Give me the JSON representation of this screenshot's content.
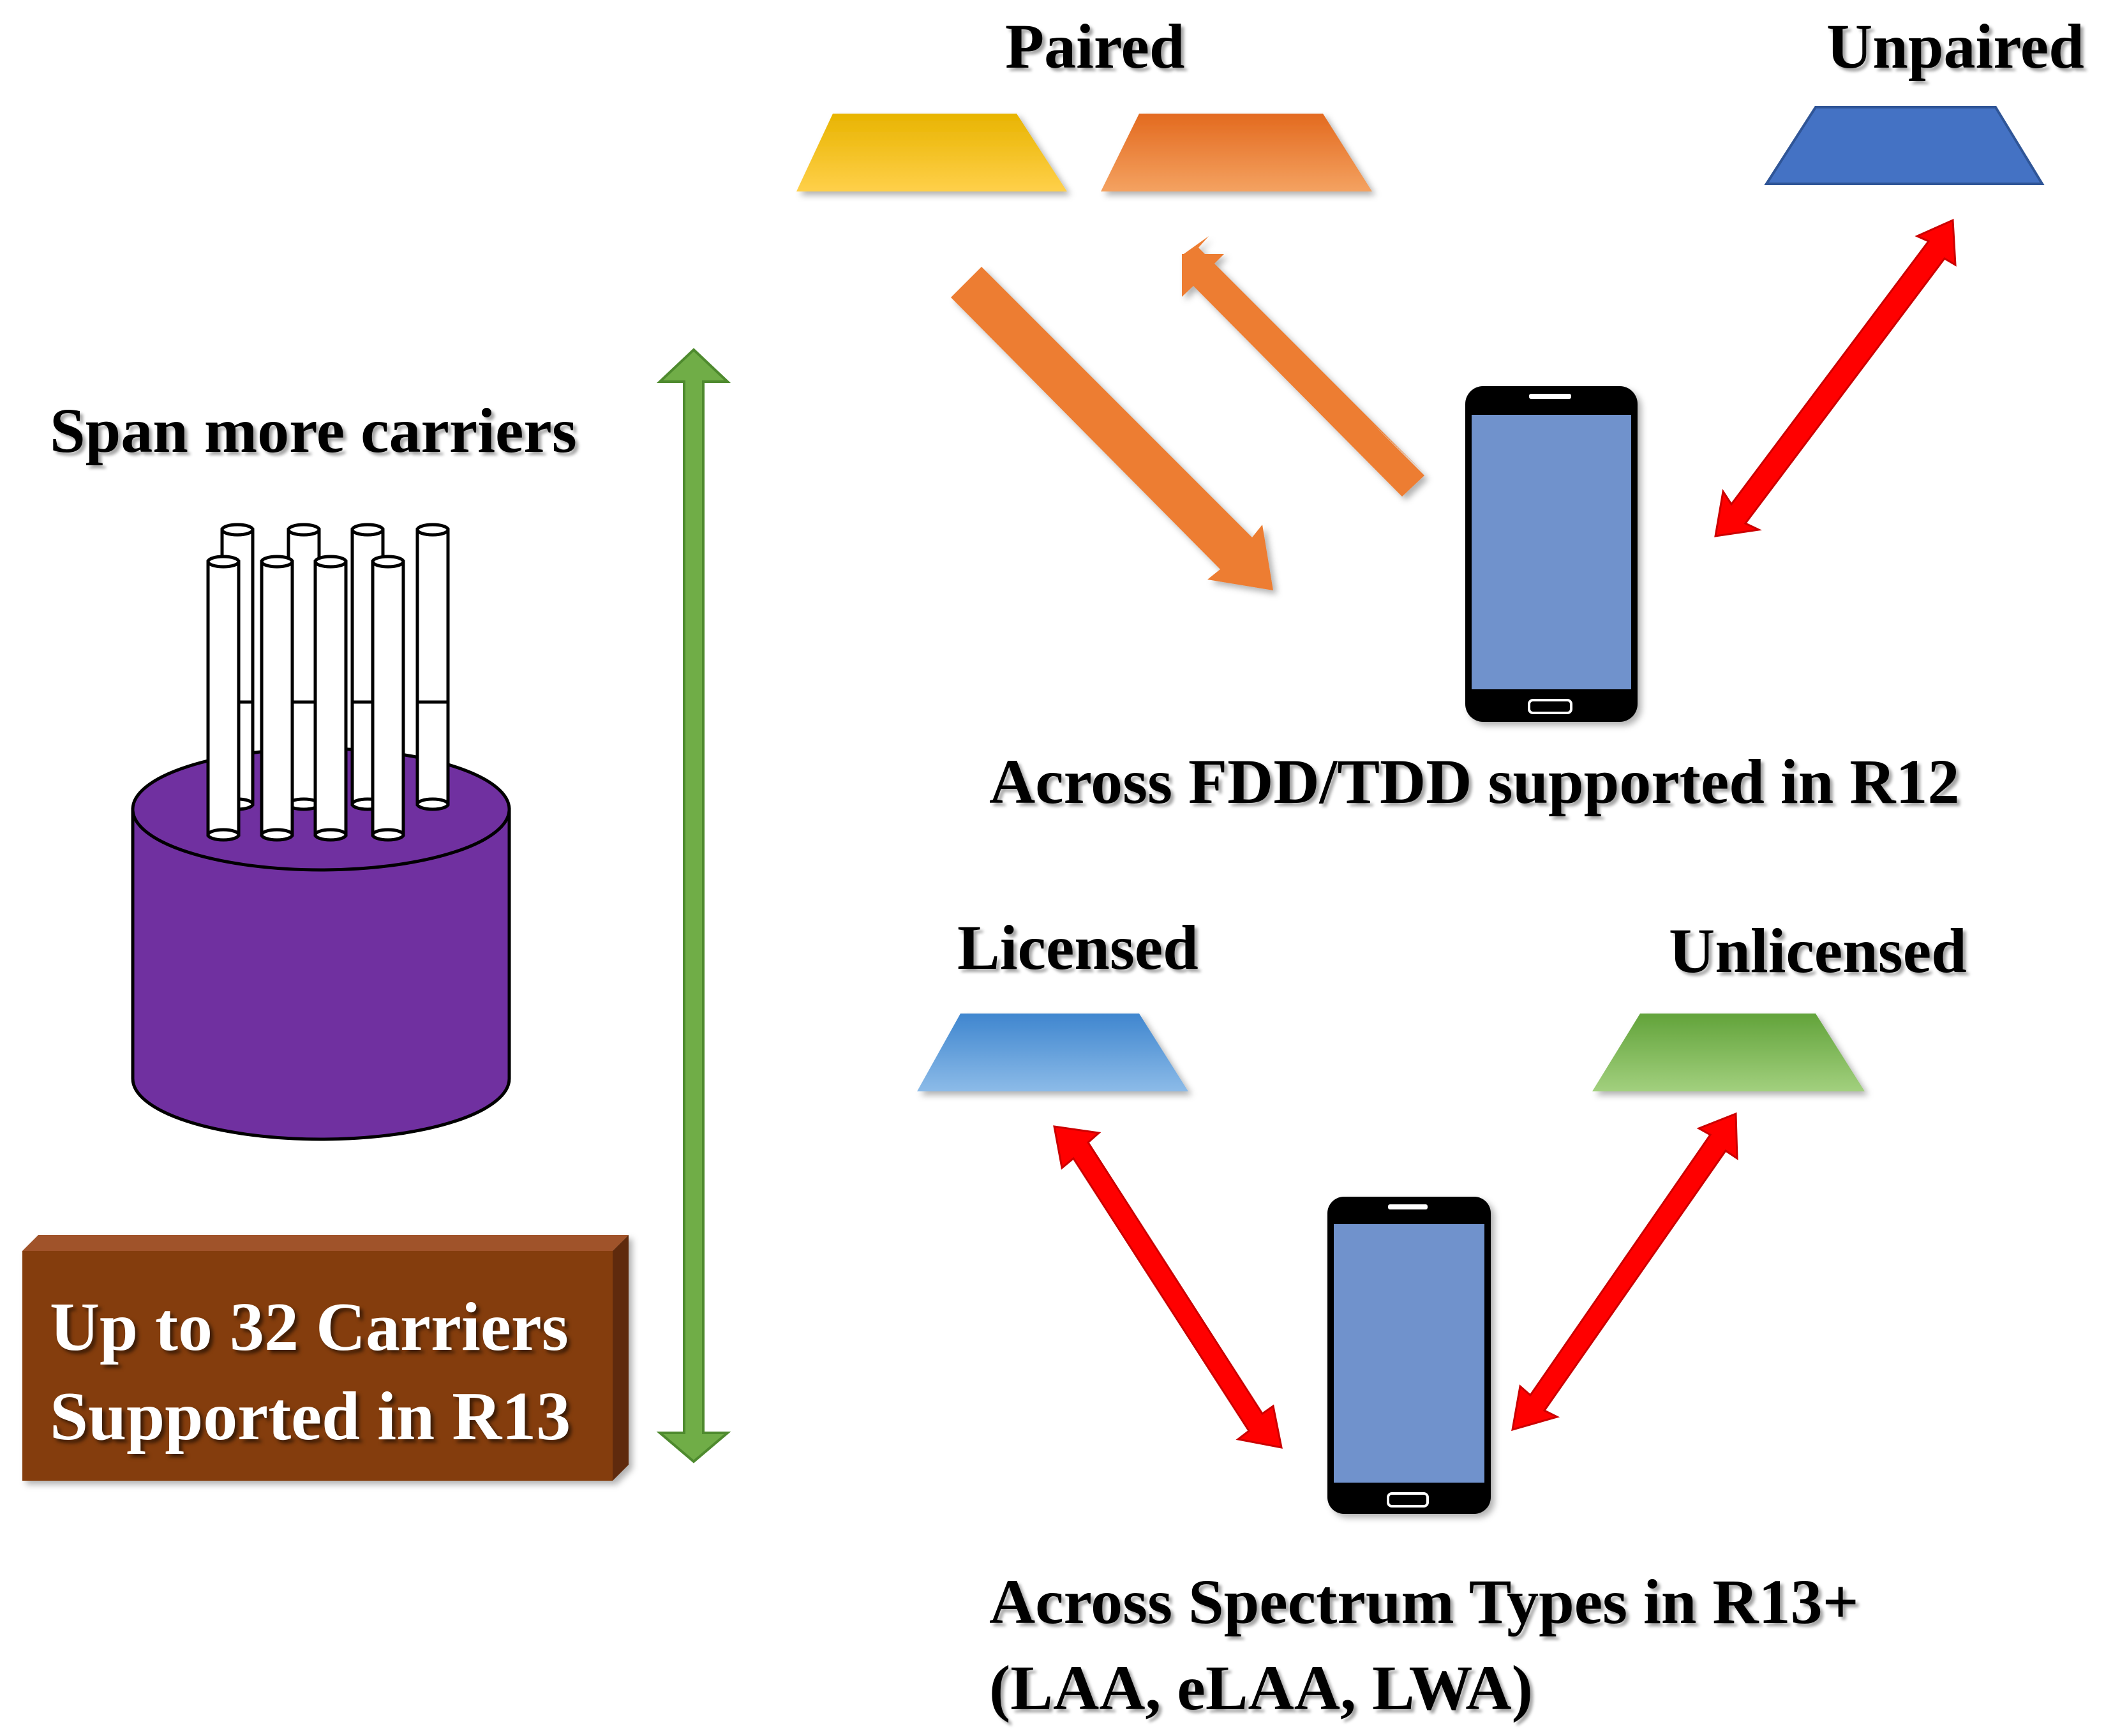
{
  "labels": {
    "span_more_carriers": "Span more carriers",
    "up_to_32_line1": "Up to 32 Carriers",
    "up_to_32_line2": "Supported in R13",
    "paired": "Paired",
    "unpaired": "Unpaired",
    "across_fdd_tdd": "Across FDD/TDD supported in R12",
    "licensed": "Licensed",
    "unlicensed": "Unlicensed",
    "across_spectrum_line1": "Across Spectrum Types in R13+",
    "across_spectrum_line2": "(LAA, eLAA, LWA)"
  },
  "colors": {
    "cylinder_purple": "#7030a0",
    "brown_box": "#843c0c",
    "green_arrow": "#70ad47",
    "orange_arrow": "#ed7d31",
    "red_arrow": "#ff0000",
    "paired_yellow": "#ffc000",
    "paired_orange": "#ed7d31",
    "unpaired_blue": "#4472c4",
    "licensed_blue": "#5b9bd5",
    "unlicensed_green": "#70ad47",
    "phone_screen": "#7092cc"
  },
  "icons": [
    "carrier-cylinder-icon",
    "mobile-phone-icon",
    "mobile-phone-icon"
  ]
}
